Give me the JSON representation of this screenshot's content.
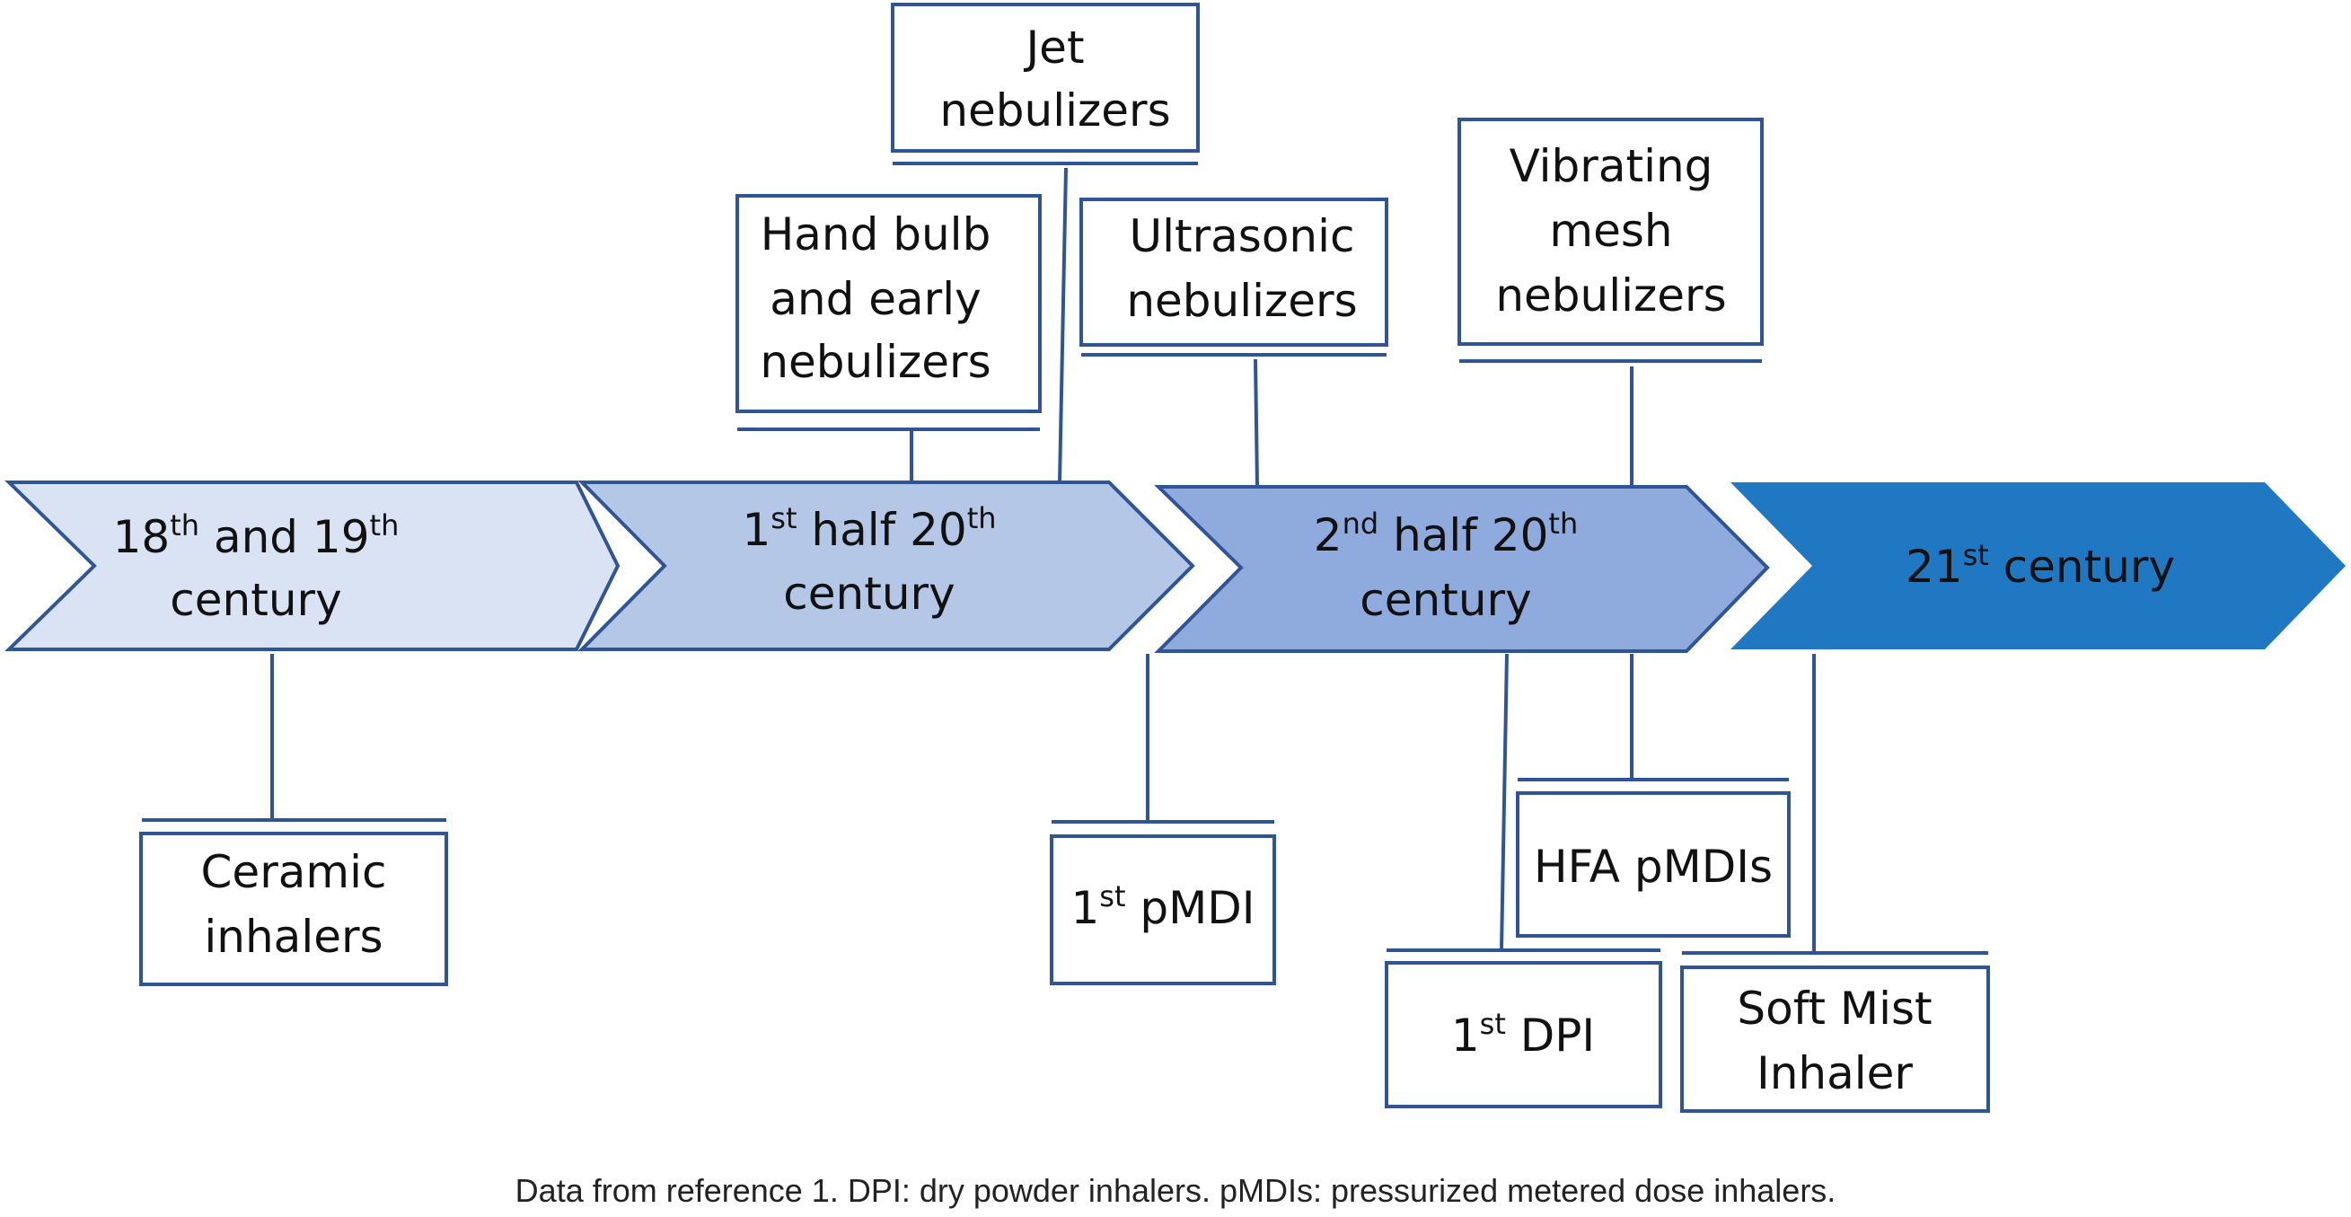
{
  "stages": [
    {
      "id": "s1",
      "base": "18",
      "sup": "th",
      "rest": " and 19",
      "sup2": "th",
      "line2": "century",
      "fill": "#dae3f3"
    },
    {
      "id": "s2",
      "base": "1",
      "sup": "st",
      "rest": " half 20",
      "sup2": "th",
      "line2": "century",
      "fill": "#b4c7e7"
    },
    {
      "id": "s3",
      "base": "2",
      "sup": "nd",
      "rest": " half 20",
      "sup2": "th",
      "line2": "century",
      "fill": "#8faadc"
    },
    {
      "id": "s4",
      "base": "21",
      "sup": "st",
      "rest": " century",
      "sup2": "",
      "line2": "",
      "fill": "#1f78c1"
    }
  ],
  "boxes": {
    "ceramic": {
      "line1": "Ceramic",
      "line2": "inhalers"
    },
    "handbulb": {
      "line1": "Hand bulb",
      "line2": "and early",
      "line3": "nebulizers"
    },
    "jet": {
      "line1": "Jet",
      "line2": "nebulizers"
    },
    "ultrasonic": {
      "line1": "Ultrasonic",
      "line2": "nebulizers"
    },
    "vibrating": {
      "line1": "Vibrating",
      "line2": "mesh",
      "line3": "nebulizers"
    },
    "pmdi": {
      "base": "1",
      "sup": "st",
      "rest": " pMDI"
    },
    "hfa": {
      "line1": "HFA pMDIs"
    },
    "dpi": {
      "base": "1",
      "sup": "st",
      "rest": " DPI"
    },
    "softmist": {
      "line1": "Soft Mist",
      "line2": "Inhaler"
    }
  },
  "caption": "Data from reference 1. DPI: dry powder inhalers. pMDIs: pressurized metered dose inhalers.",
  "colors": {
    "outline": "#2f5597",
    "connector": "#2f5597"
  }
}
